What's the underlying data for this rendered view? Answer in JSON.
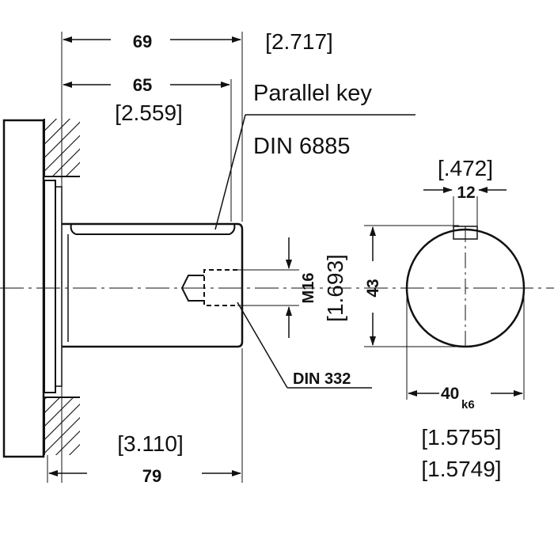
{
  "dimensions": {
    "flange_to_key_end_mm": "69",
    "flange_to_key_end_in": "[2.717]",
    "key_length_mm": "65",
    "key_length_in": "[2.559]",
    "key_width_mm": "12",
    "key_width_in": "[.472]",
    "shaft_height_mm": "43",
    "shaft_height_in": "[1.693]",
    "thread": "M16",
    "shaft_length_mm": "79",
    "shaft_length_in": "[3.110]",
    "diameter_mm": "40",
    "diameter_tol": "k6",
    "diameter_in_max": "[1.5755]",
    "diameter_in_min": "[1.5749]"
  },
  "labels": {
    "key_title": "Parallel key",
    "key_standard": "DIN 6885",
    "center_hole_standard": "DIN 332"
  },
  "colors": {
    "ink": "#111111",
    "paper": "#ffffff"
  }
}
